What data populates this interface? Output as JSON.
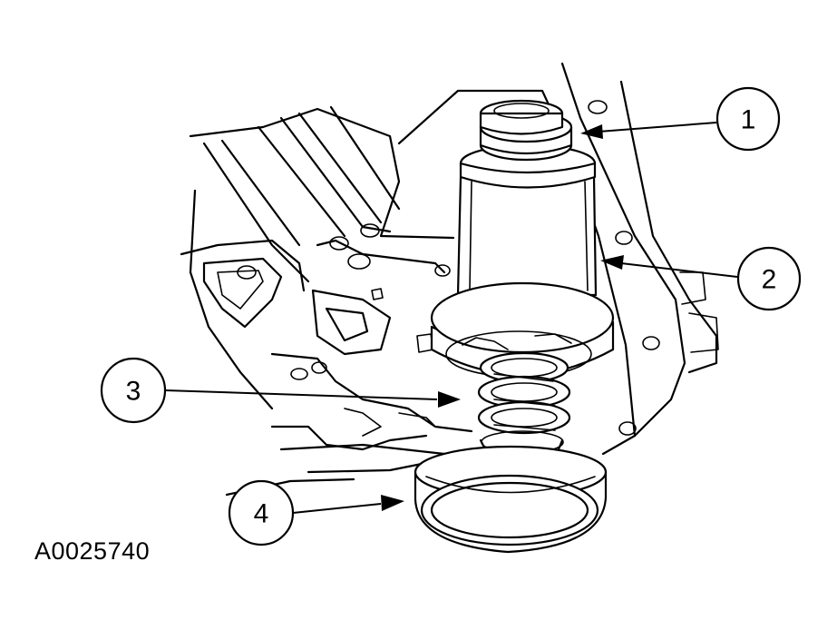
{
  "figure_id": "A0025740",
  "callouts": [
    {
      "label": "1"
    },
    {
      "label": "2"
    },
    {
      "label": "3"
    },
    {
      "label": "4"
    }
  ],
  "colors": {
    "ink": "#000000",
    "paper": "#ffffff"
  }
}
